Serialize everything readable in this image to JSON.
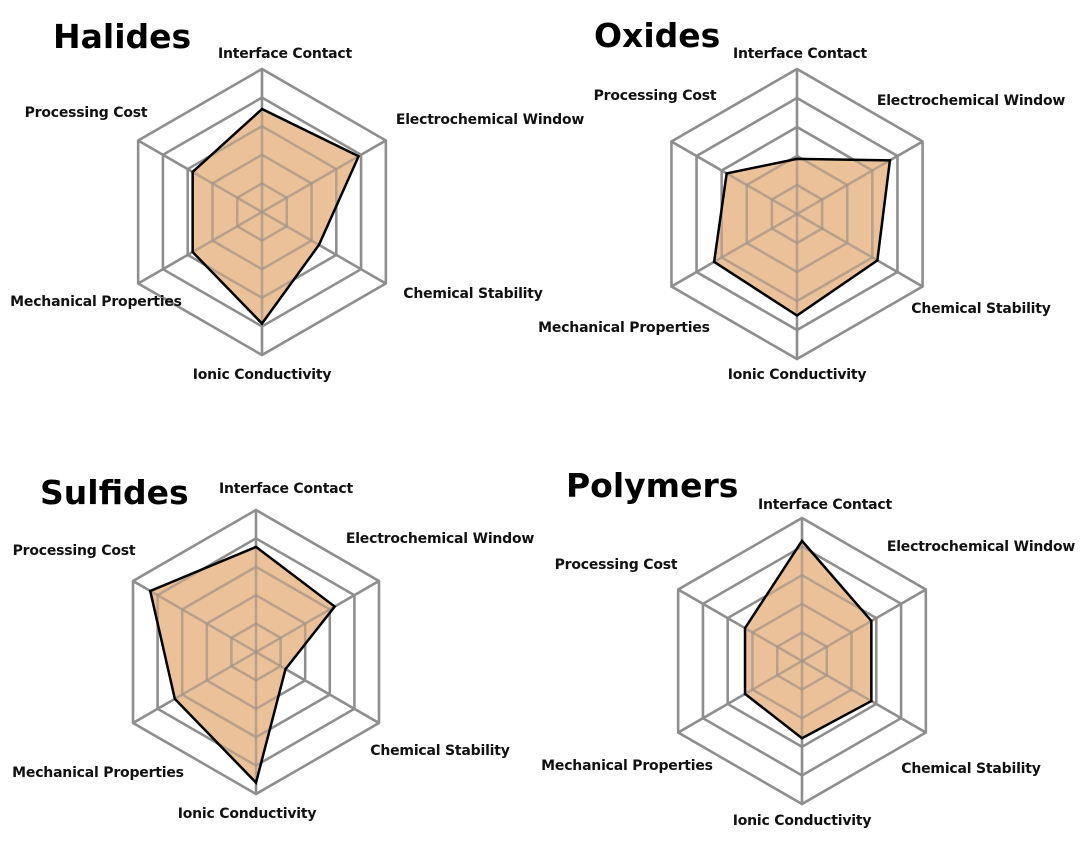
{
  "chart_data": [
    {
      "type": "radar",
      "title": "Halides",
      "axes": [
        "Interface Contact",
        "Electrochemical Window",
        "Chemical Stability",
        "Ionic Conductivity",
        "Mechanical Properties",
        "Processing Cost"
      ],
      "values": [
        3.6,
        3.9,
        2.3,
        3.9,
        2.8,
        2.8
      ],
      "range": [
        0,
        5
      ],
      "rings": 5,
      "fill_color": "#e8b687",
      "line_color": "#000000"
    },
    {
      "type": "radar",
      "title": "Oxides",
      "axes": [
        "Interface Contact",
        "Electrochemical Window",
        "Chemical Stability",
        "Ionic Conductivity",
        "Mechanical Properties",
        "Processing Cost"
      ],
      "values": [
        1.9,
        3.7,
        3.2,
        3.5,
        3.3,
        2.8
      ],
      "range": [
        0,
        5
      ],
      "rings": 5,
      "fill_color": "#e8b687",
      "line_color": "#000000"
    },
    {
      "type": "radar",
      "title": "Sulfides",
      "axes": [
        "Interface Contact",
        "Electrochemical Window",
        "Chemical Stability",
        "Ionic Conductivity",
        "Mechanical Properties",
        "Processing Cost"
      ],
      "values": [
        3.7,
        3.2,
        1.2,
        4.6,
        3.3,
        4.3
      ],
      "range": [
        0,
        5
      ],
      "rings": 5,
      "fill_color": "#e8b687",
      "line_color": "#000000"
    },
    {
      "type": "radar",
      "title": "Polymers",
      "axes": [
        "Interface Contact",
        "Electrochemical Window",
        "Chemical Stability",
        "Ionic Conductivity",
        "Mechanical Properties",
        "Processing Cost"
      ],
      "values": [
        4.2,
        2.8,
        2.8,
        2.7,
        2.3,
        2.3
      ],
      "range": [
        0,
        5
      ],
      "rings": 5,
      "fill_color": "#e8b687",
      "line_color": "#000000"
    }
  ]
}
